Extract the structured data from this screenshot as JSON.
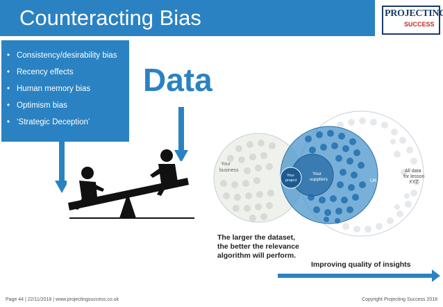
{
  "header": {
    "title": "Counteracting Bias",
    "logo_main": "PROJECTING",
    "logo_sub": "SUCCESS"
  },
  "bullets": [
    {
      "marker": "•",
      "text": "Consistency/desirability bias"
    },
    {
      "marker": "•",
      "text": "Recency effects"
    },
    {
      "marker": "•",
      "text": "Human memory bias"
    },
    {
      "marker": "•",
      "text": "Optimism bias"
    },
    {
      "marker": "•",
      "text": "‘Strategic Deception’"
    }
  ],
  "data_word": "Data",
  "diagram": {
    "business": [
      "Your",
      "business"
    ],
    "project": [
      "Your",
      "project"
    ],
    "suppliers": [
      "Your",
      "suppliers"
    ],
    "uk": "UK",
    "all_data": [
      "All data",
      "for lesson",
      "XYZ"
    ],
    "caption": [
      "The larger the dataset,",
      "the better the relevance",
      "algorithm will perform."
    ],
    "insights": "Improving quality of insights"
  },
  "footer": {
    "left": "Page 44  |  22/11/2018  |  www.projectingsuccess.co.uk",
    "right": "Copyright Projecting Success 2018"
  },
  "colors": {
    "accent": "#2a82c2",
    "logo_navy": "#1b3a66",
    "logo_red": "#c62828"
  }
}
